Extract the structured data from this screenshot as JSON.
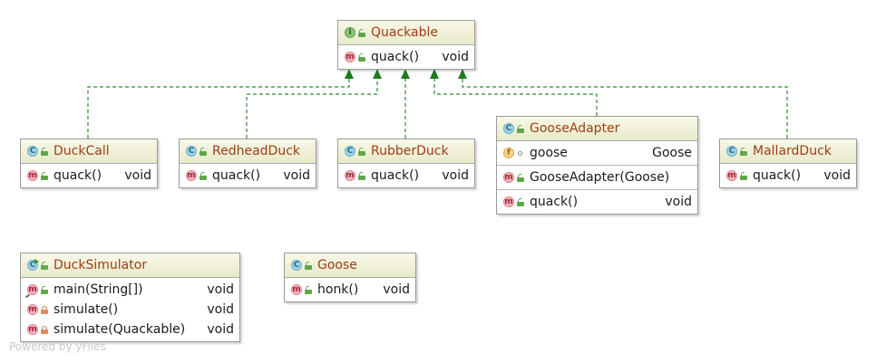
{
  "classes": {
    "quackable": {
      "name": "Quackable",
      "kind": "interface",
      "methods": [
        {
          "name": "quack()",
          "type": "void"
        }
      ]
    },
    "duck_call": {
      "name": "DuckCall",
      "kind": "class",
      "methods": [
        {
          "name": "quack()",
          "type": "void"
        }
      ]
    },
    "redhead_duck": {
      "name": "RedheadDuck",
      "kind": "class",
      "methods": [
        {
          "name": "quack()",
          "type": "void"
        }
      ]
    },
    "rubber_duck": {
      "name": "RubberDuck",
      "kind": "class",
      "methods": [
        {
          "name": "quack()",
          "type": "void"
        }
      ]
    },
    "goose_adapter": {
      "name": "GooseAdapter",
      "kind": "class",
      "fields": [
        {
          "name": "goose",
          "type": "Goose"
        }
      ],
      "constructors": [
        {
          "name": "GooseAdapter(Goose)"
        }
      ],
      "methods": [
        {
          "name": "quack()",
          "type": "void"
        }
      ]
    },
    "mallard_duck": {
      "name": "MallardDuck",
      "kind": "class",
      "methods": [
        {
          "name": "quack()",
          "type": "void"
        }
      ]
    },
    "duck_simulator": {
      "name": "DuckSimulator",
      "kind": "class",
      "methods": [
        {
          "name": "main(String[])",
          "type": "void"
        },
        {
          "name": "simulate()",
          "type": "void"
        },
        {
          "name": "simulate(Quackable)",
          "type": "void"
        }
      ]
    },
    "goose": {
      "name": "Goose",
      "kind": "class",
      "methods": [
        {
          "name": "honk()",
          "type": "void"
        }
      ]
    }
  },
  "relations": [
    {
      "from": "DuckCall",
      "to": "Quackable",
      "kind": "implements"
    },
    {
      "from": "RedheadDuck",
      "to": "Quackable",
      "kind": "implements"
    },
    {
      "from": "RubberDuck",
      "to": "Quackable",
      "kind": "implements"
    },
    {
      "from": "GooseAdapter",
      "to": "Quackable",
      "kind": "implements"
    },
    {
      "from": "MallardDuck",
      "to": "Quackable",
      "kind": "implements"
    }
  ],
  "icons": {
    "class_badge": "C",
    "interface_badge": "I",
    "method_badge": "m",
    "field_badge": "f"
  },
  "colors": {
    "class_name": "#9b3f14",
    "header_bg": "#eeeed2",
    "edge": "#2f8a2f",
    "arrowhead": "#1f7a1f"
  },
  "watermark": "Powered by yFiles"
}
